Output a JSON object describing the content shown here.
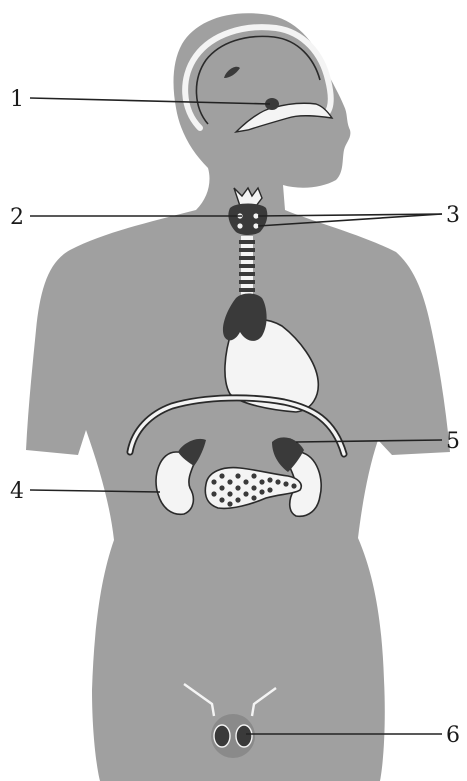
{
  "figure": {
    "colors": {
      "body": "#a0a0a0",
      "dark": "#3a3a3a",
      "organ": "#f4f4f4",
      "outline": "#2a2a2a"
    },
    "labels": [
      "1",
      "2",
      "3",
      "4",
      "5",
      "6"
    ]
  }
}
